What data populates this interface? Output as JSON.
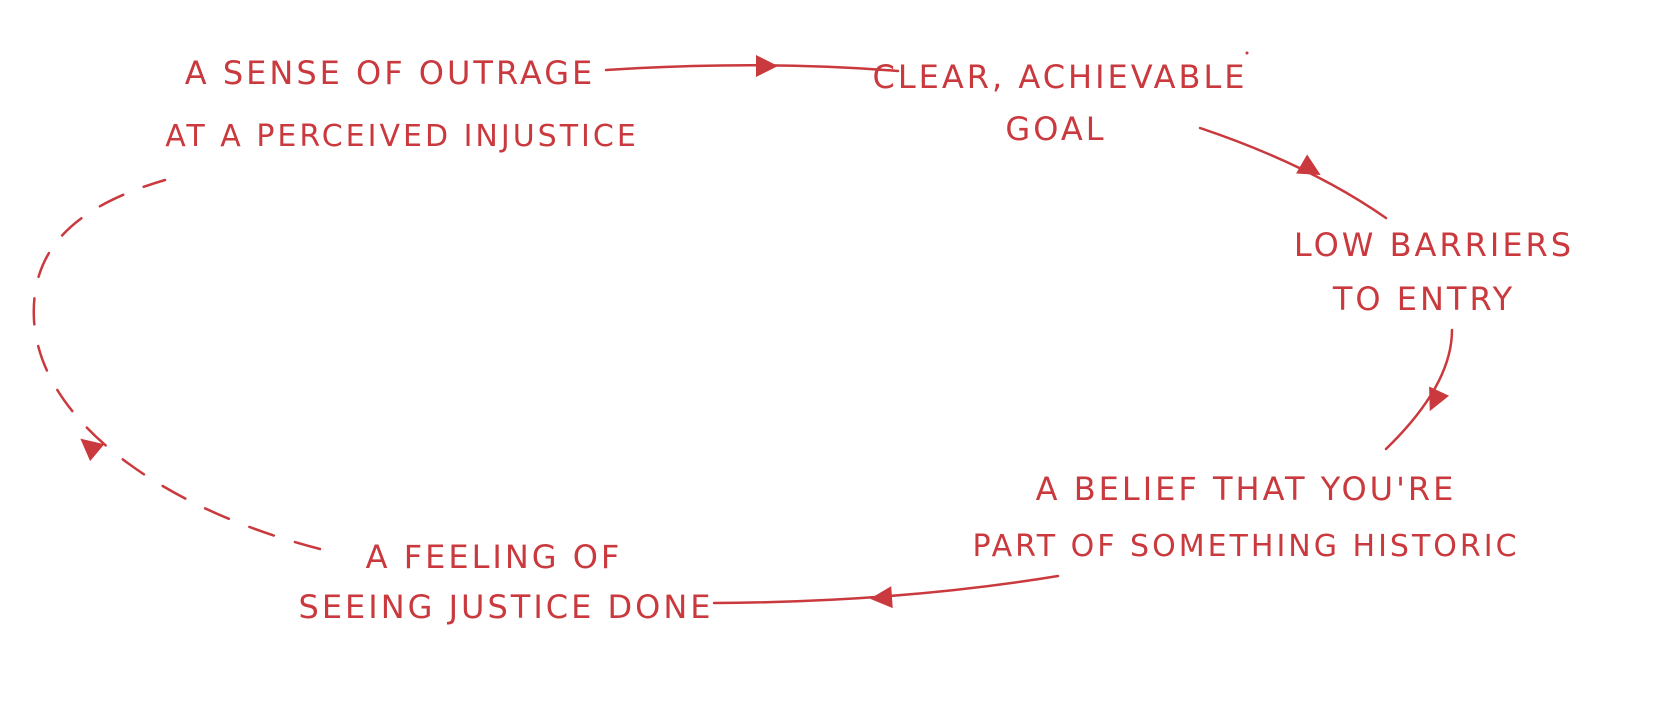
{
  "colors": {
    "accent": "#c9393d"
  },
  "nodes": [
    {
      "id": "outrage",
      "lines": [
        "A SENSE OF OUTRAGE",
        "AT A PERCEIVED INJUSTICE"
      ]
    },
    {
      "id": "goal",
      "lines": [
        "CLEAR, ACHIEVABLE",
        "GOAL"
      ]
    },
    {
      "id": "barriers",
      "lines": [
        "LOW BARRIERS",
        "TO ENTRY"
      ]
    },
    {
      "id": "historic",
      "lines": [
        "A BELIEF THAT YOU'RE",
        "PART OF SOMETHING HISTORIC"
      ]
    },
    {
      "id": "justice",
      "lines": [
        "A FEELING OF",
        "SEEING JUSTICE DONE"
      ]
    }
  ],
  "edges": [
    {
      "from": "outrage",
      "to": "goal",
      "style": "solid"
    },
    {
      "from": "goal",
      "to": "barriers",
      "style": "solid"
    },
    {
      "from": "barriers",
      "to": "historic",
      "style": "solid"
    },
    {
      "from": "historic",
      "to": "justice",
      "style": "solid"
    },
    {
      "from": "justice",
      "to": "outrage",
      "style": "dashed"
    }
  ]
}
